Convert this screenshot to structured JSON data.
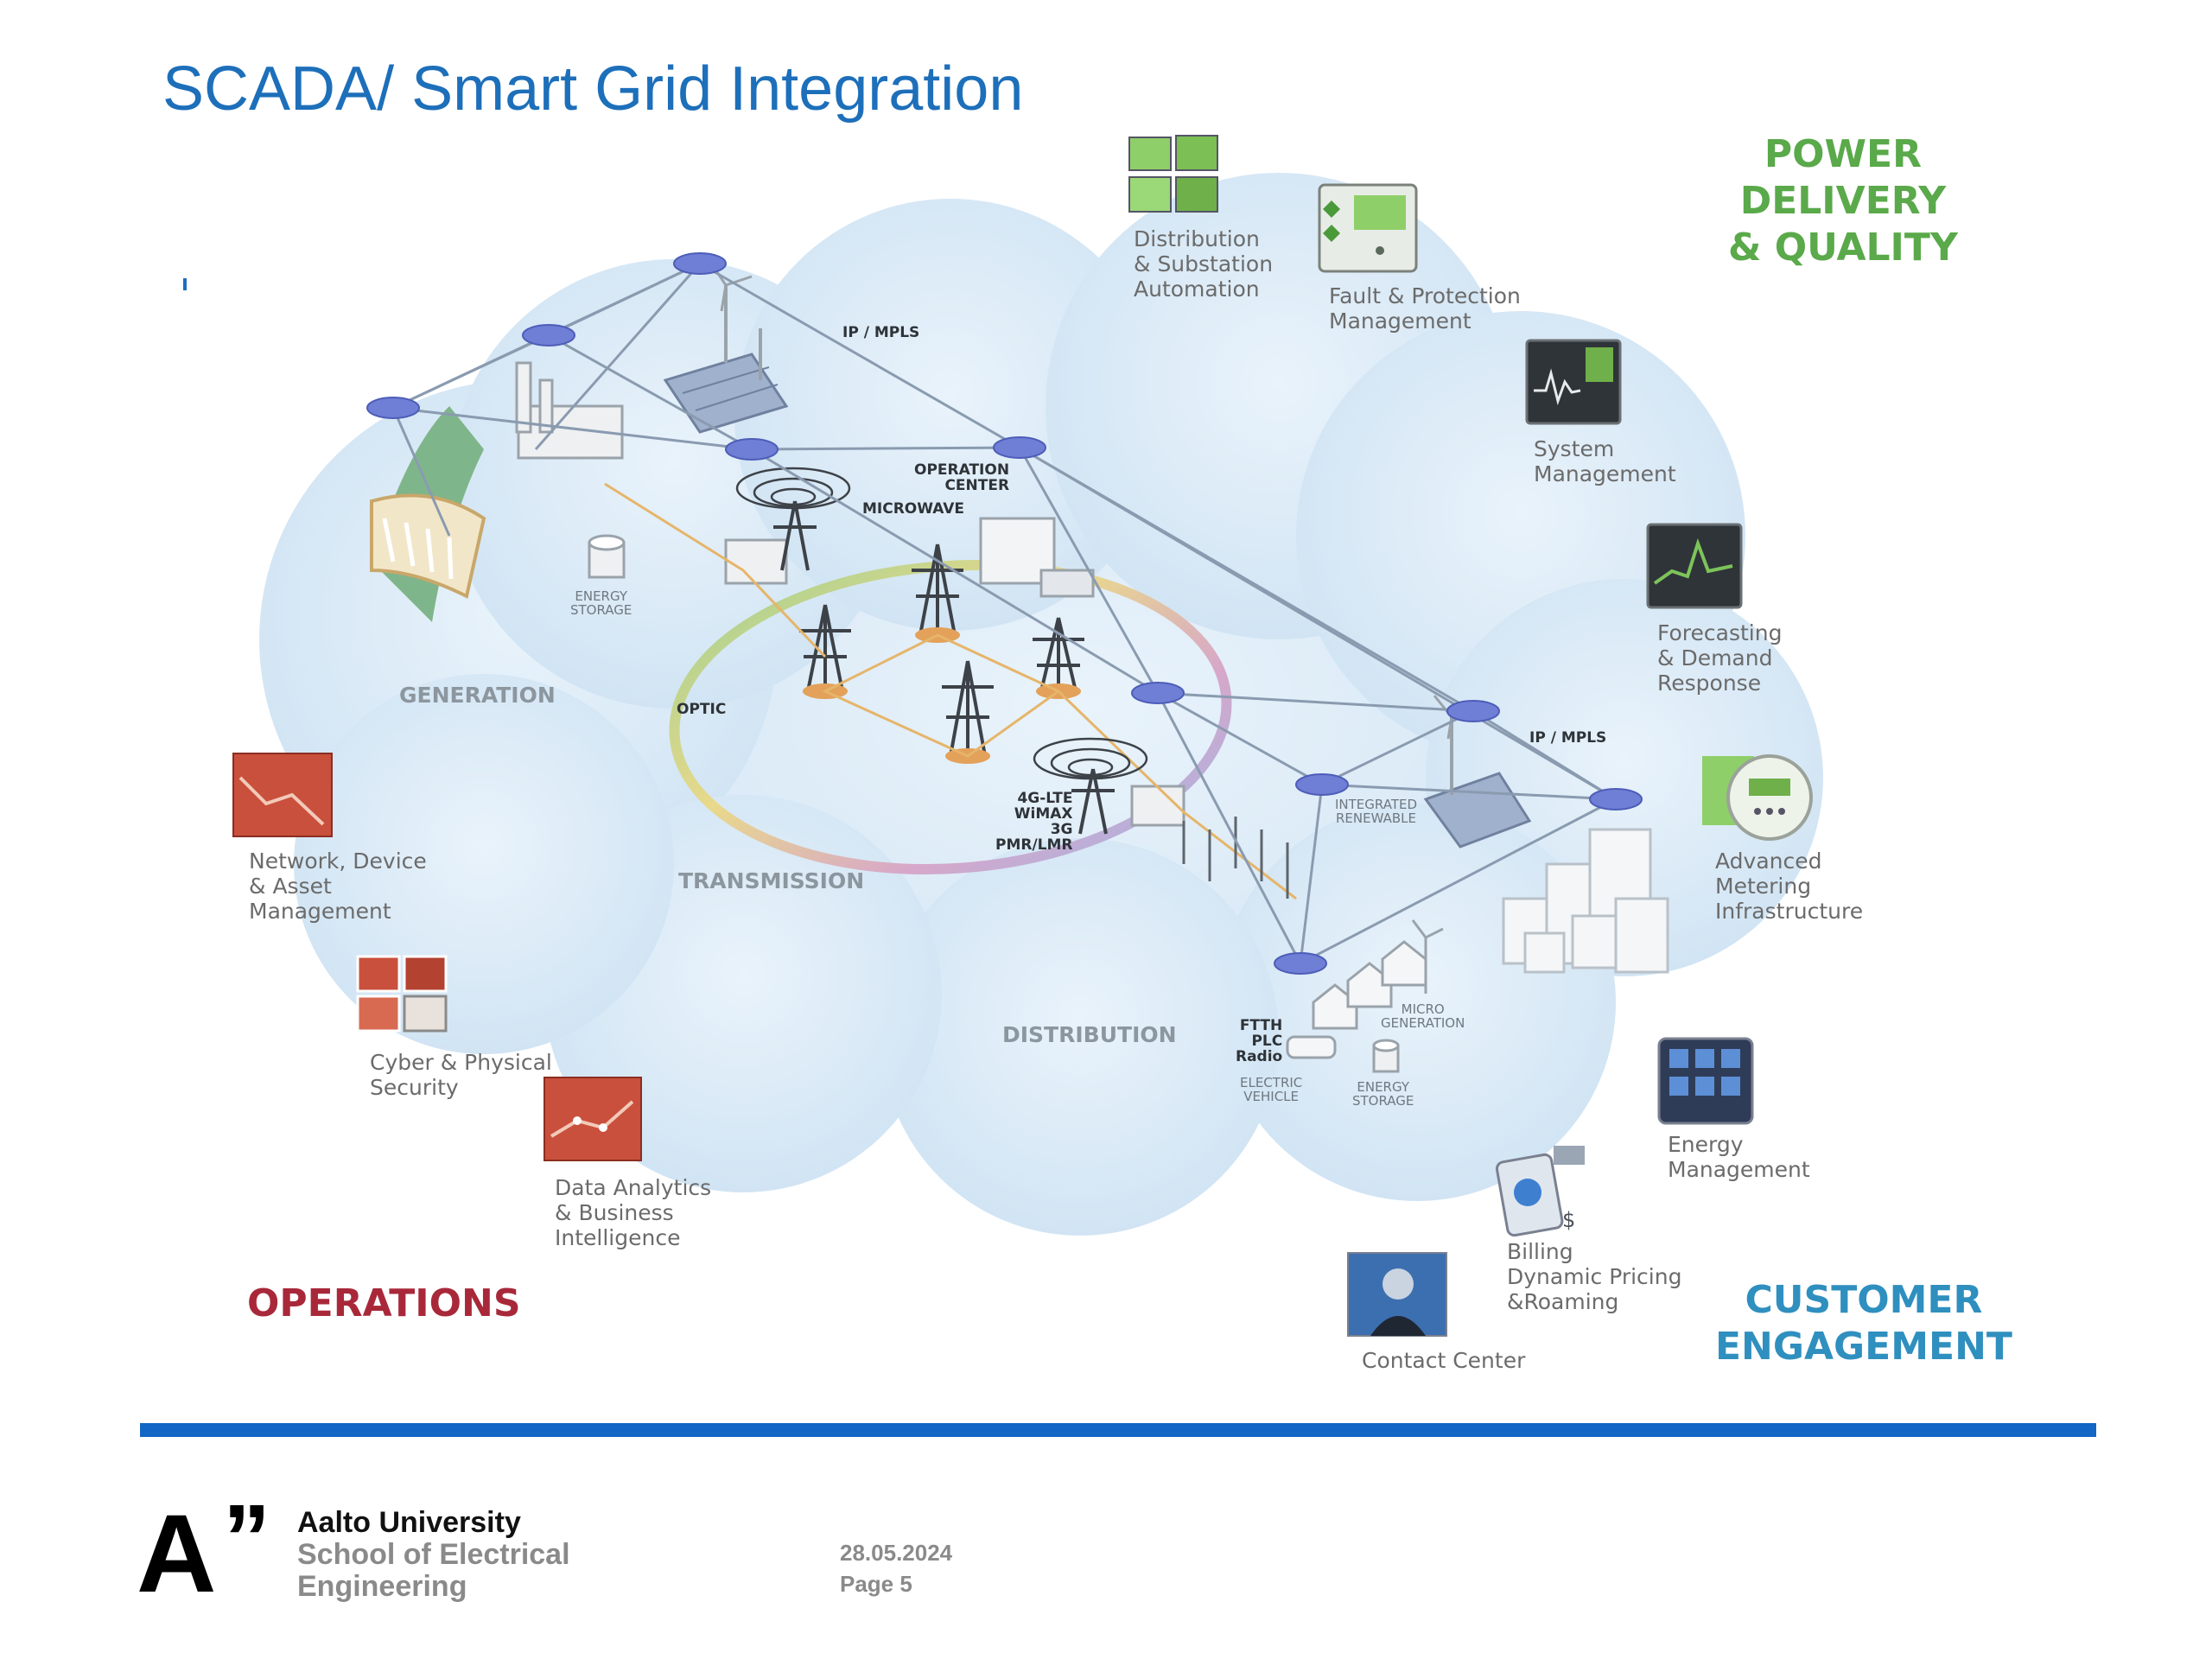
{
  "slide": {
    "title": "SCADA/ Smart Grid Integration"
  },
  "groups": {
    "power_delivery": {
      "lines": [
        "POWER",
        "DELIVERY",
        "& QUALITY"
      ],
      "color": "#5aa94a"
    },
    "operations": {
      "lines": [
        "OPERATIONS"
      ],
      "color": "#a8283a"
    },
    "customer_engagement": {
      "lines": [
        "CUSTOMER",
        "ENGAGEMENT"
      ],
      "color": "#2f8fbf"
    }
  },
  "applications": {
    "distribution_automation": {
      "lines": [
        "Distribution",
        "& Substation",
        "Automation"
      ],
      "icon": "substation-panels-icon"
    },
    "fault_protection": {
      "lines": [
        "Fault & Protection",
        "Management"
      ],
      "icon": "protection-relay-icon"
    },
    "system_management": {
      "lines": [
        "System",
        "Management"
      ],
      "icon": "monitor-waveform-icon"
    },
    "forecasting": {
      "lines": [
        "Forecasting",
        "& Demand",
        "Response"
      ],
      "icon": "forecast-chart-icon"
    },
    "ami": {
      "lines": [
        "Advanced",
        "Metering",
        "Infrastructure"
      ],
      "icon": "smart-meter-icon"
    },
    "energy_management": {
      "lines": [
        "Energy",
        "Management"
      ],
      "icon": "energy-tablet-icon"
    },
    "billing": {
      "lines": [
        "Billing",
        "Dynamic Pricing",
        "&Roaming"
      ],
      "icon": "billing-phone-icon"
    },
    "contact_center": {
      "lines": [
        "Contact Center"
      ],
      "icon": "call-agent-icon"
    },
    "network_asset": {
      "lines": [
        "Network, Device",
        "& Asset",
        "Management"
      ],
      "icon": "asset-chart-icon"
    },
    "cyber_security": {
      "lines": [
        "Cyber & Physical",
        "Security"
      ],
      "icon": "security-cameras-icon"
    },
    "data_analytics": {
      "lines": [
        "Data Analytics",
        "& Business",
        "Intelligence"
      ],
      "icon": "analytics-chart-icon"
    }
  },
  "zones": {
    "generation": "GENERATION",
    "transmission": "TRANSMISSION",
    "distribution": "DISTRIBUTION"
  },
  "network_tags": {
    "ip_mpls_top": "IP / MPLS",
    "ip_mpls_right": "IP / MPLS",
    "operation_center": [
      "OPERATION",
      "CENTER"
    ],
    "microwave": "MICROWAVE",
    "optic": "OPTIC",
    "wireless": [
      "4G-LTE",
      "WiMAX",
      "3G",
      "PMR/LMR"
    ],
    "ftth": [
      "FTTH",
      "PLC",
      "Radio"
    ],
    "energy_storage_gen": [
      "ENERGY",
      "STORAGE"
    ],
    "integrated_renewable": [
      "INTEGRATED",
      "RENEWABLE"
    ],
    "micro_generation": [
      "MICRO",
      "GENERATION"
    ],
    "electric_vehicle": [
      "ELECTRIC",
      "VEHICLE"
    ],
    "energy_storage_dist": [
      "ENERGY",
      "STORAGE"
    ]
  },
  "footer": {
    "university": "Aalto University",
    "school_line1": "School of Electrical",
    "school_line2": "Engineering",
    "date": "28.05.2024",
    "page": "Page 5",
    "logo_letter": "A",
    "logo_quote": "”"
  },
  "colors": {
    "title": "#1d6fba",
    "footer_bar": "#1266c4",
    "cloud": "#dbeaf6",
    "node": "#6f7fd6",
    "link": "#8a9bb0"
  }
}
